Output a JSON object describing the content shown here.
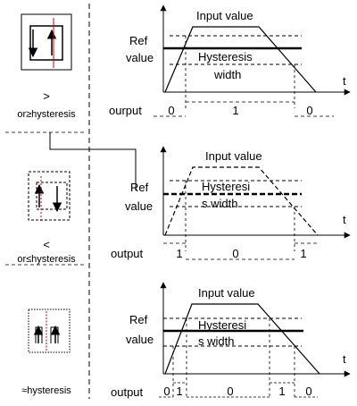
{
  "panels": [
    {
      "condition_symbol": ">",
      "condition_text": "or≥hysteresis",
      "chart_title": "Input value",
      "ref_label_1": "Ref",
      "ref_label_2": "value",
      "hyst_label_1": "Hysteresis",
      "hyst_label_2": "width",
      "axis_label": "t",
      "row_label": "ourput",
      "outputs": [
        "0",
        "1",
        "0"
      ]
    },
    {
      "condition_symbol": "<",
      "condition_text": "or≤hysteresis",
      "chart_title": "Input value",
      "ref_label_1": "Ref",
      "ref_label_2": "value",
      "hyst_label_1": "Hysteresi",
      "hyst_label_2": "s width",
      "axis_label": "t",
      "row_label": "output",
      "outputs": [
        "1",
        "0",
        "1"
      ]
    },
    {
      "condition_symbol": "",
      "condition_text": "≈hysteresis",
      "chart_title": "Input value",
      "ref_label_1": "Ref",
      "ref_label_2": "value",
      "hyst_label_1": "Hysteresi",
      "hyst_label_2": "s width",
      "axis_label": "t",
      "row_label": "output",
      "outputs": [
        "0",
        "1",
        "0",
        "1",
        "0"
      ]
    }
  ]
}
